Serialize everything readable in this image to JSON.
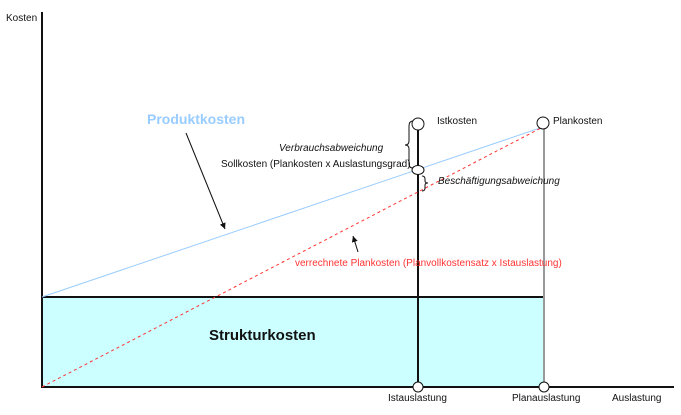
{
  "axes": {
    "y_label": "Kosten",
    "x_label": "Auslastung"
  },
  "labels": {
    "produktkosten": "Produktkosten",
    "istkosten": "Istkosten",
    "plankosten": "Plankosten",
    "verbrauchsabweichung": "Verbrauchsabweichung",
    "sollkosten": "Sollkosten (Plankosten x Auslastungsgrad)",
    "beschaeftigungsabweichung": "Beschäftigungsabweichung",
    "verrechnete_plankosten": "verrechnete Plankosten (Planvollkostensatz x Istauslastung)",
    "strukturkosten": "Strukturkosten",
    "istauslastung": "Istauslastung",
    "planauslastung": "Planauslastung"
  },
  "colors": {
    "produktkosten": "#99ccff",
    "verrechnete": "#ff3333",
    "strukturkosten_fill": "#ccffff"
  }
}
